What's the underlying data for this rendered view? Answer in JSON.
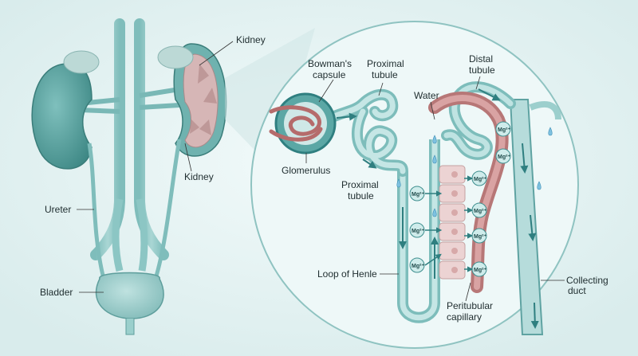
{
  "labels": {
    "kidney_top": "Kidney",
    "kidney_bottom": "Kidney",
    "ureter": "Ureter",
    "bladder": "Bladder",
    "bowmans_line1": "Bowman's",
    "bowmans_line2": "capsule",
    "proximal_top_line1": "Proximal",
    "proximal_top_line2": "tubule",
    "water": "Water",
    "distal_line1": "Distal",
    "distal_line2": "tubule",
    "glomerulus": "Glomerulus",
    "proximal_mid_line1": "Proximal",
    "proximal_mid_line2": "tubule",
    "loop_of_henle": "Loop of Henle",
    "peritubular_line1": "Peritubular",
    "peritubular_line2": "capillary",
    "collecting_line1": "Collecting",
    "collecting_line2": "duct"
  },
  "ion_label": "Mg²⁺",
  "colors": {
    "background": "#e6f3f3",
    "tubule": "#8ecaca",
    "tubule_dark": "#3e8e8e",
    "capillary": "#c98f8f",
    "kidney": "#5fa8a5",
    "cells": "#ecd3d3"
  }
}
